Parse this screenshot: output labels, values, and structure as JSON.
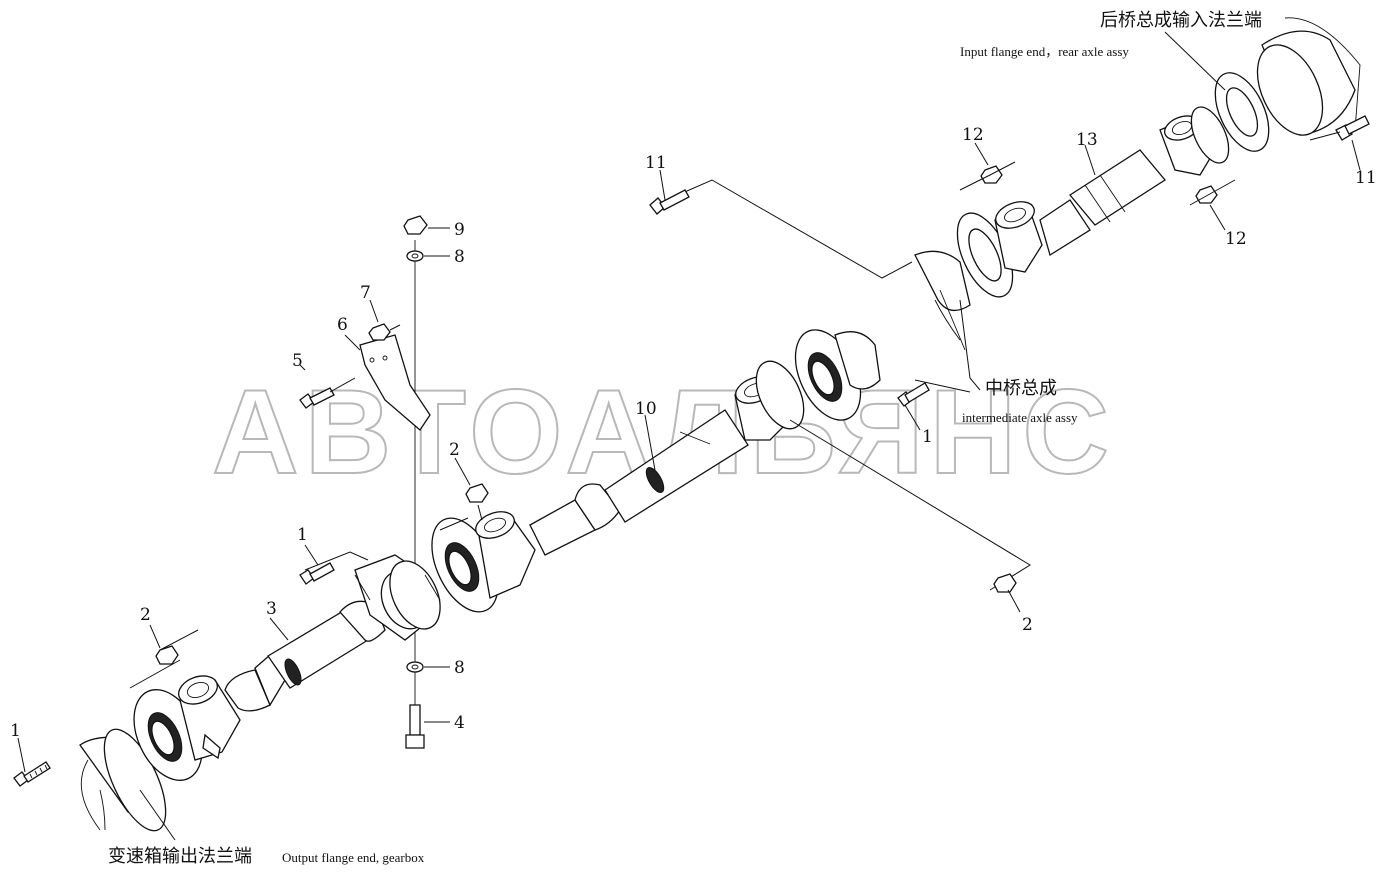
{
  "watermark": "АВТОАЛЬЯНС",
  "labels": {
    "rear_axle_cn": "后桥总成输入法兰端",
    "rear_axle_en": "Input flange end，rear axle assy",
    "middle_axle_cn": "中桥总成",
    "middle_axle_en": "intermediate axle assy",
    "gearbox_cn": "变速箱输出法兰端",
    "gearbox_en": "Output flange end, gearbox"
  },
  "callouts": {
    "c1a": "1",
    "c1b": "1",
    "c1c": "1",
    "c2a": "2",
    "c2b": "2",
    "c2c": "2",
    "c3": "3",
    "c4": "4",
    "c5": "5",
    "c6": "6",
    "c7": "7",
    "c8a": "8",
    "c8b": "8",
    "c9": "9",
    "c10": "10",
    "c11a": "11",
    "c11b": "11",
    "c12a": "12",
    "c12b": "12",
    "c13": "13"
  }
}
